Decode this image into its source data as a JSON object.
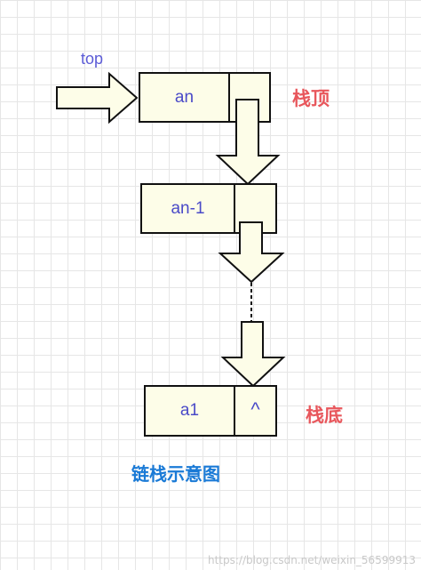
{
  "diagram": {
    "pointer_label": "top",
    "top_label": "栈顶",
    "bottom_label": "栈底",
    "caption": "链栈示意图",
    "nodes": [
      {
        "data": "an",
        "next": ""
      },
      {
        "data": "an-1",
        "next": ""
      },
      {
        "data": "a1",
        "next": "^"
      }
    ],
    "watermark": "https://blog.csdn.net/weixin_56599913"
  },
  "colors": {
    "box_fill": "#fdfde8",
    "stroke": "#111111",
    "label_red": "#e8575c",
    "label_blue": "#1a7ad6",
    "text_violet": "#4a4ac8"
  }
}
